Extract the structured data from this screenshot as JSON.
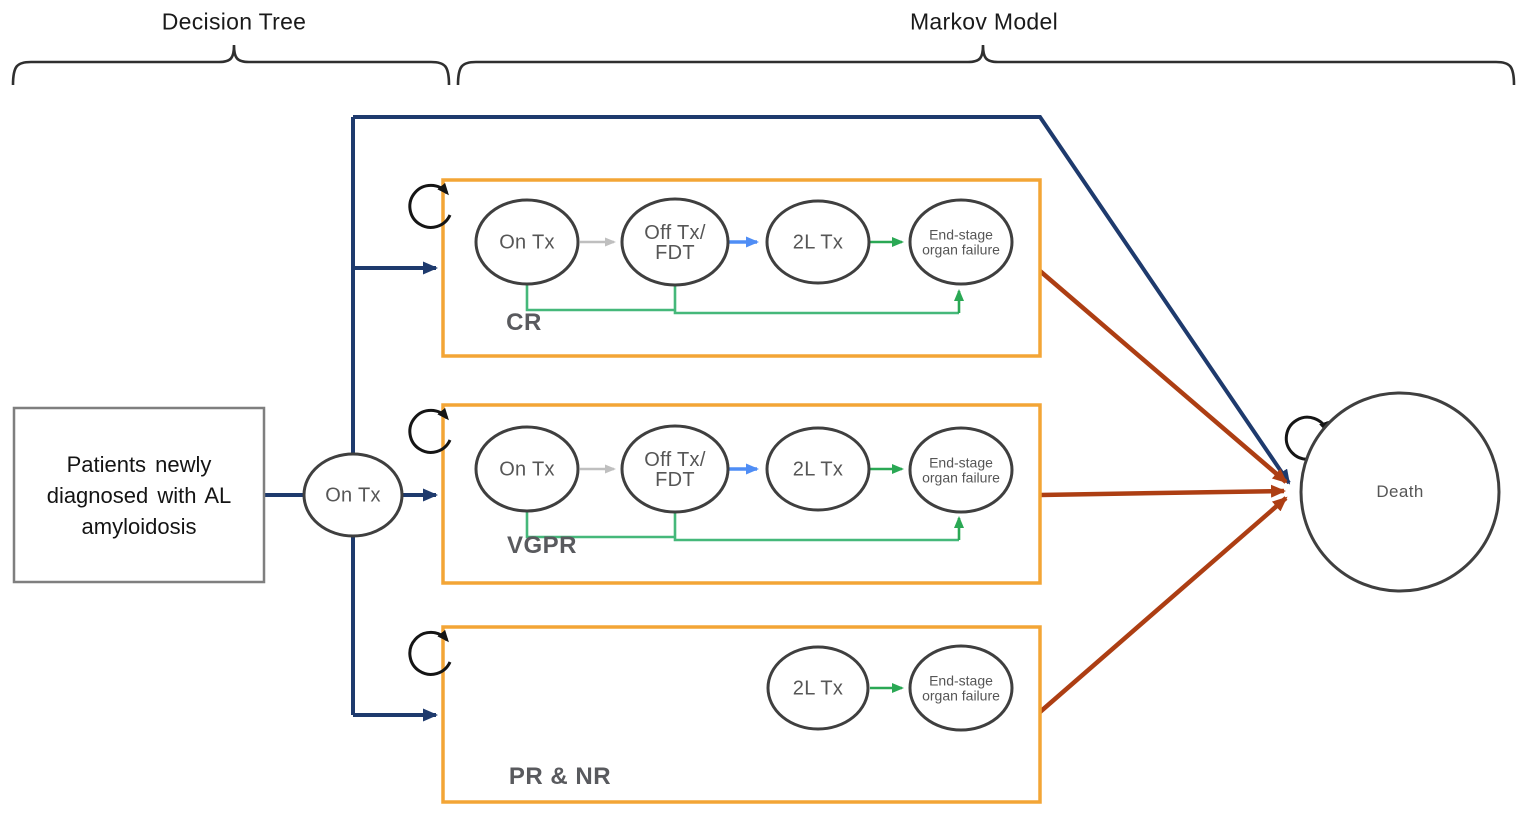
{
  "header": {
    "decision_tree": "Decision Tree",
    "markov_model": "Markov Model"
  },
  "decision_tree": {
    "patient_box": "Patients newly diagnosed with AL amyloidosis",
    "root_state": "On Tx"
  },
  "markov_branches": {
    "cr": {
      "label": "CR",
      "states": {
        "on_tx": "On Tx",
        "off_tx_fdt": "Off Tx/ FDT",
        "second_line_tx": "2L Tx",
        "end_stage": "End-stage organ failure"
      }
    },
    "vgpr": {
      "label": "VGPR",
      "states": {
        "on_tx": "On Tx",
        "off_tx_fdt": "Off Tx/ FDT",
        "second_line_tx": "2L Tx",
        "end_stage": "End-stage organ failure"
      }
    },
    "pr_nr": {
      "label": "PR & NR",
      "states": {
        "second_line_tx": "2L Tx",
        "end_stage": "End-stage organ failure"
      }
    }
  },
  "absorbing_state": {
    "label": "Death"
  },
  "colors": {
    "navy": "#1e3a6d",
    "brick_red": "#ad3e13",
    "orange": "#f3a536",
    "green": "#45b87a",
    "green_arrow": "#2aa854",
    "light_blue": "#4f8df5",
    "gray_arrow": "#bfbfbf",
    "node_stroke": "#3f3f3f",
    "loop_black": "#151515",
    "brace": "#2f2f2f",
    "label_gray": "#595a5e"
  }
}
